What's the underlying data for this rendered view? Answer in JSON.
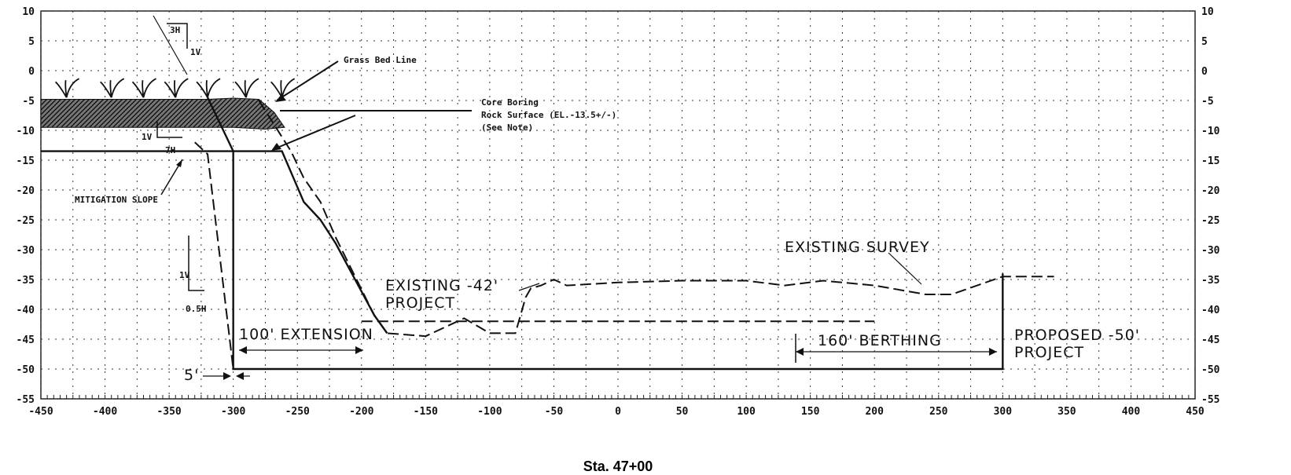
{
  "chart_data": {
    "type": "line",
    "xlim": [
      -450,
      450
    ],
    "ylim": [
      -55,
      10
    ],
    "x_ticks": [
      -450,
      -400,
      -350,
      -300,
      -250,
      -200,
      -150,
      -100,
      -50,
      0,
      50,
      100,
      150,
      200,
      250,
      300,
      350,
      400,
      450
    ],
    "y_ticks": [
      10,
      5,
      0,
      -5,
      -10,
      -15,
      -20,
      -25,
      -30,
      -35,
      -40,
      -45,
      -50,
      -55
    ],
    "grid": true,
    "series": [
      {
        "name": "EXISTING SURVEY",
        "style": "dashed",
        "x": [
          -280,
          -255,
          -245,
          -232,
          -220,
          -190,
          -180,
          -150,
          -120,
          -100,
          -80,
          -72,
          -68,
          -60,
          -50,
          -40,
          0,
          50,
          100,
          130,
          160,
          200,
          240,
          260,
          300,
          340
        ],
        "y": [
          -5,
          -13.5,
          -18,
          -22,
          -28,
          -41,
          -44,
          -44.5,
          -41.5,
          -44,
          -44,
          -38,
          -36.5,
          -36,
          -35,
          -36,
          -35.5,
          -35.2,
          -35.2,
          -36,
          -35.2,
          -36,
          -37.5,
          -37.5,
          -34.5,
          -34.5
        ]
      },
      {
        "name": "Rock Surface",
        "style": "solid",
        "x": [
          -450,
          -262,
          -255,
          -245,
          -232,
          -220,
          -200,
          -190,
          -180
        ],
        "y": [
          -13.5,
          -13.5,
          -17,
          -22,
          -25,
          -29,
          -37,
          -41,
          -44
        ]
      },
      {
        "name": "EXISTING -42' PROJECT",
        "style": "dashed",
        "x": [
          -200,
          200
        ],
        "y": [
          -42,
          -42
        ]
      },
      {
        "name": "PROPOSED -50' PROJECT",
        "style": "solid",
        "x": [
          -320,
          -300,
          -300,
          300,
          300
        ],
        "y": [
          -4.5,
          -13.5,
          -50,
          -50,
          -34
        ]
      },
      {
        "name": "MITIGATION SLOPE",
        "style": "dashed",
        "x": [
          -330,
          -320,
          -300
        ],
        "y": [
          -12,
          -14,
          -50
        ]
      }
    ],
    "annotations": {
      "grass_bed_line": "Grass Bed Line",
      "core_boring": "Core Boring",
      "rock_surface": "Rock Surface (EL.-13.5+/-)",
      "see_note": "(See Note)",
      "mitigation_slope": "MITIGATION SLOPE",
      "existing_survey": "EXISTING SURVEY",
      "existing_project_1": "EXISTING -42'",
      "existing_project_2": "PROJECT",
      "proposed_project_1": "PROPOSED -50'",
      "proposed_project_2": "PROJECT",
      "extension": "100' EXTENSION",
      "berthing": "160' BERTHING",
      "five_ft": "5'",
      "slope_3h": "3H",
      "slope_1v_top": "1V",
      "slope_1v_mid": "1V",
      "slope_7h": "7H",
      "slope_1v_low": "1V",
      "slope_05h": "0.5H"
    },
    "caption": "Sta. 47+00"
  }
}
